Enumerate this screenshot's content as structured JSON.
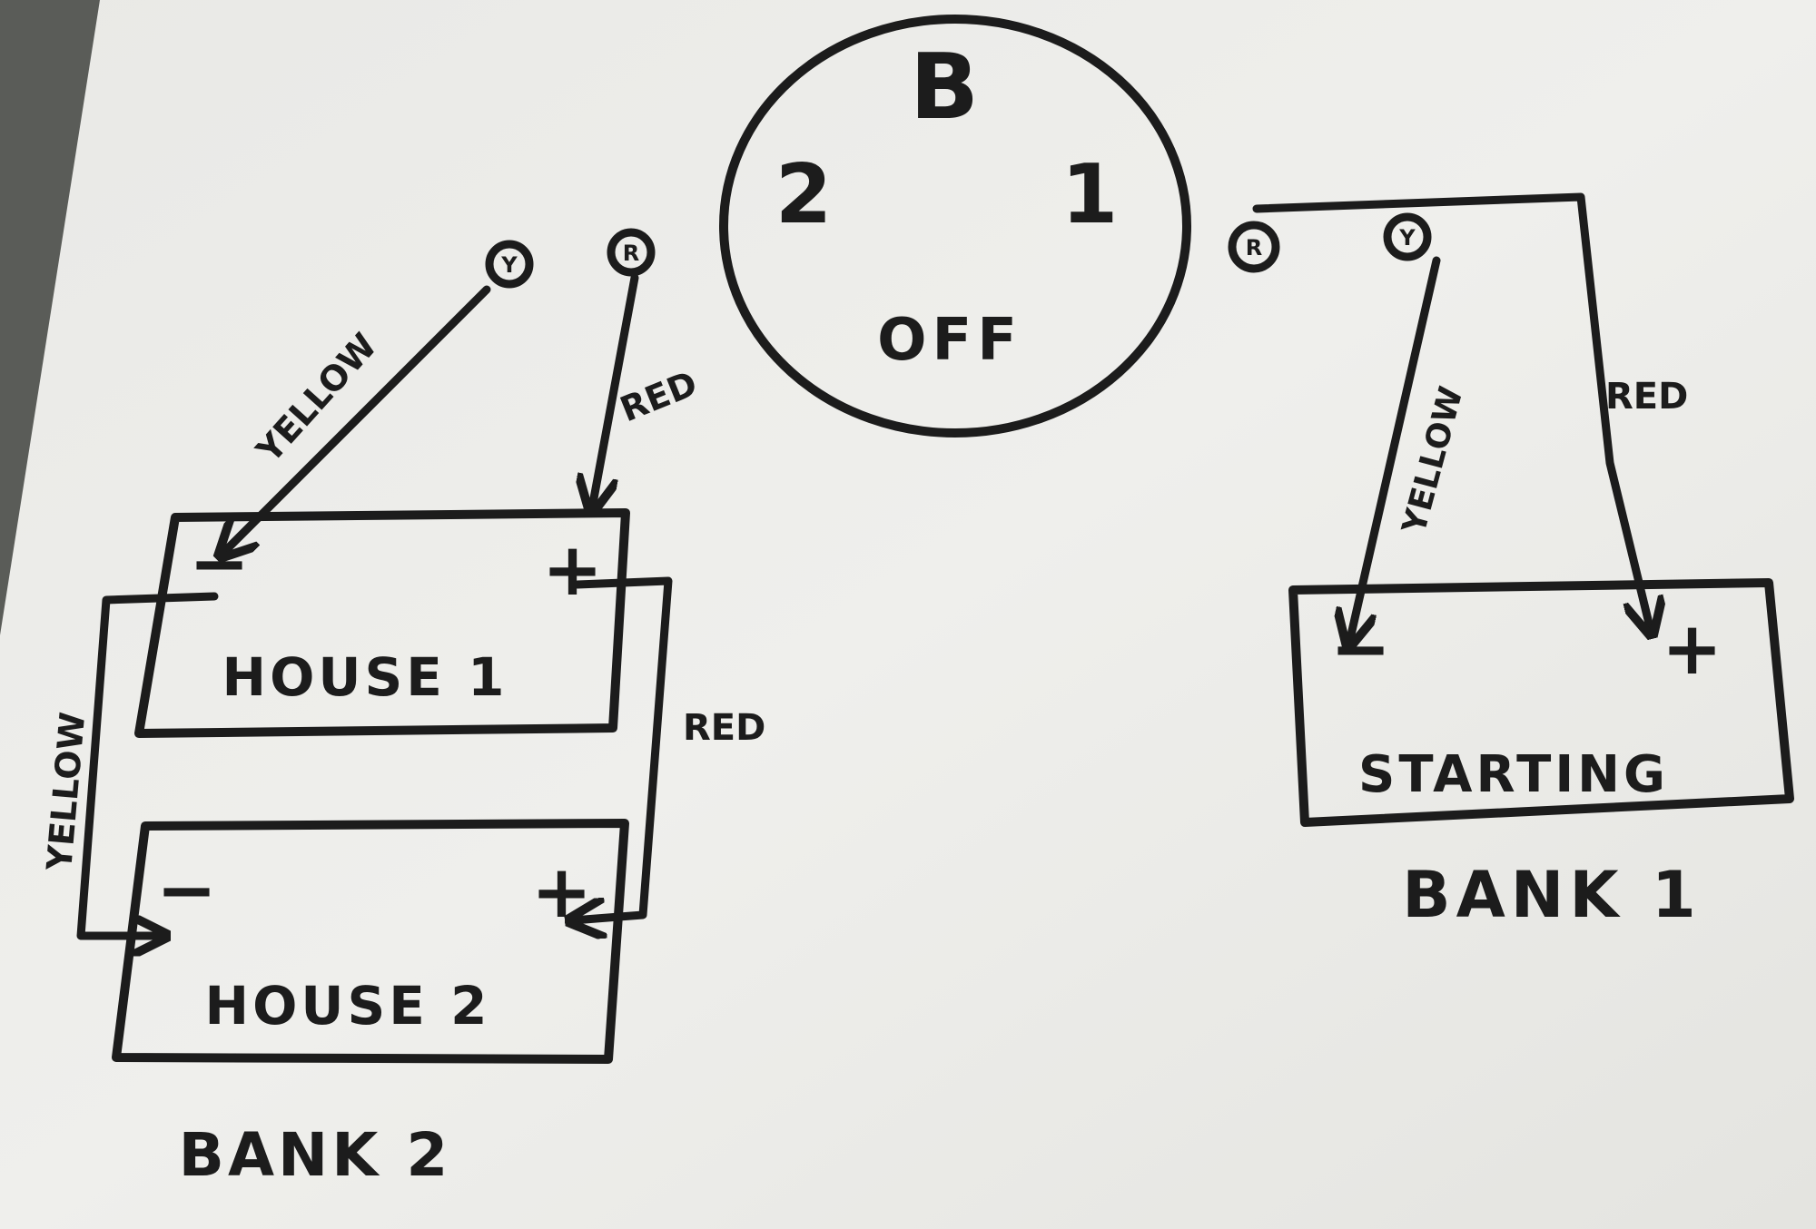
{
  "switch": {
    "pos_both": "B",
    "pos_2": "2",
    "pos_1": "1",
    "pos_off": "OFF"
  },
  "terminals": {
    "left_yellow": "Y",
    "left_red": "R",
    "right_red": "R",
    "right_yellow": "Y"
  },
  "wire_labels": {
    "left_yellow": "YELLOW",
    "left_red": "RED",
    "jumper_yellow": "YELLOW",
    "jumper_red": "RED",
    "right_yellow": "YELLOW",
    "right_red": "RED"
  },
  "batteries": {
    "house1": {
      "label": "HOUSE 1",
      "neg": "−",
      "pos": "+"
    },
    "house2": {
      "label": "HOUSE 2",
      "neg": "−",
      "pos": "+"
    },
    "starting": {
      "label": "STARTING",
      "neg": "−",
      "pos": "+"
    }
  },
  "banks": {
    "bank1": "BANK 1",
    "bank2": "BANK 2"
  }
}
